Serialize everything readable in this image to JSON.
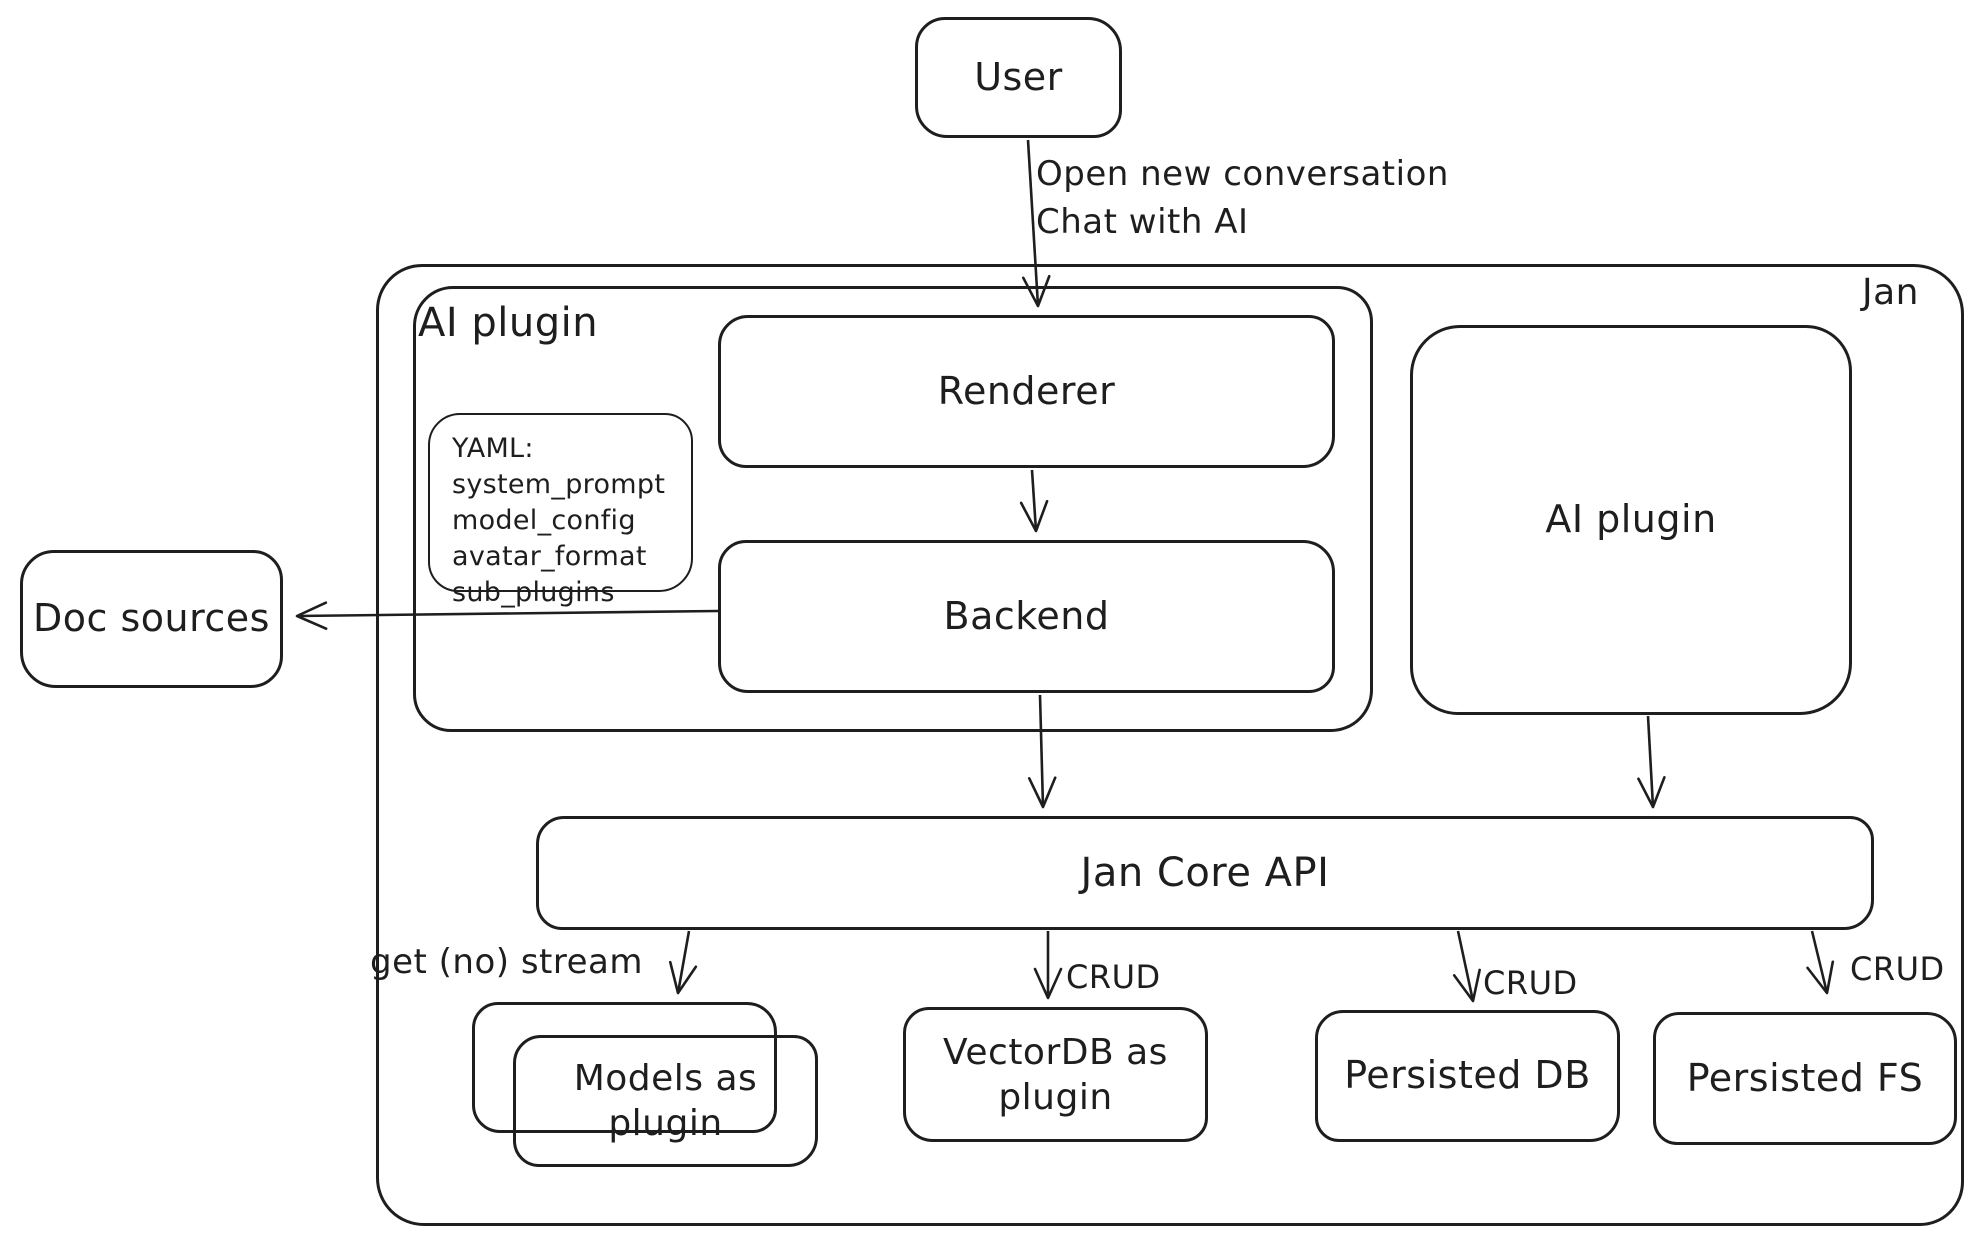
{
  "colors": {
    "stroke": "#1e1e1e",
    "background": "#ffffff"
  },
  "nodes": {
    "user": {
      "label": "User"
    },
    "jan_container": {
      "label": "Jan"
    },
    "ai_plugin_group": {
      "label": "AI plugin"
    },
    "yaml_note": {
      "lines": [
        "YAML:",
        "system_prompt",
        "model_config",
        "avatar_format",
        "sub_plugins"
      ]
    },
    "renderer": {
      "label": "Renderer"
    },
    "backend": {
      "label": "Backend"
    },
    "doc_sources": {
      "label": "Doc sources"
    },
    "ai_plugin_box": {
      "label": "AI plugin"
    },
    "jan_core_api": {
      "label": "Jan Core API"
    },
    "models_plugin": {
      "label": "Models as plugin"
    },
    "vectordb_plugin": {
      "label": "VectorDB as plugin"
    },
    "persisted_db": {
      "label": "Persisted DB"
    },
    "persisted_fs": {
      "label": "Persisted FS"
    }
  },
  "edge_labels": {
    "user_action": [
      "Open new conversation",
      "Chat with AI"
    ],
    "get_no_stream": "get (no) stream",
    "crud_vectordb": "CRUD",
    "crud_persisted_db": "CRUD",
    "crud_persisted_fs": "CRUD"
  }
}
